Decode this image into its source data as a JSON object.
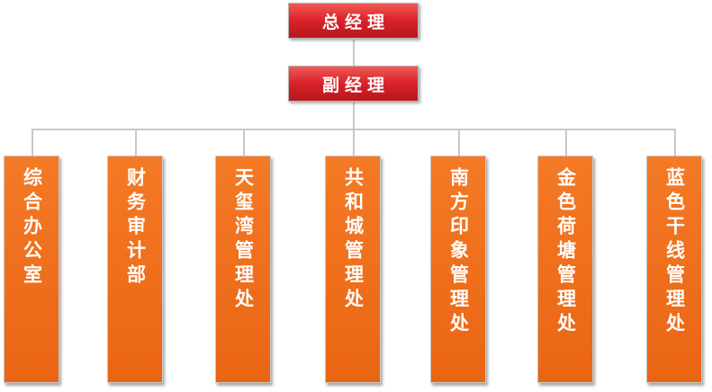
{
  "top": {
    "label": "总经理"
  },
  "deputy": {
    "label": "副经理"
  },
  "departments": [
    {
      "label": "综合办公室"
    },
    {
      "label": "财务审计部"
    },
    {
      "label": "天玺湾管理处"
    },
    {
      "label": "共和城管理处"
    },
    {
      "label": "南方印象管理处"
    },
    {
      "label": "金色荷塘管理处"
    },
    {
      "label": "蓝色干线管理处"
    }
  ],
  "colors": {
    "executive_box": "#d9232a",
    "department_box": "#f0711e",
    "connector": "#c8c8c8",
    "text": "#ffffff"
  }
}
